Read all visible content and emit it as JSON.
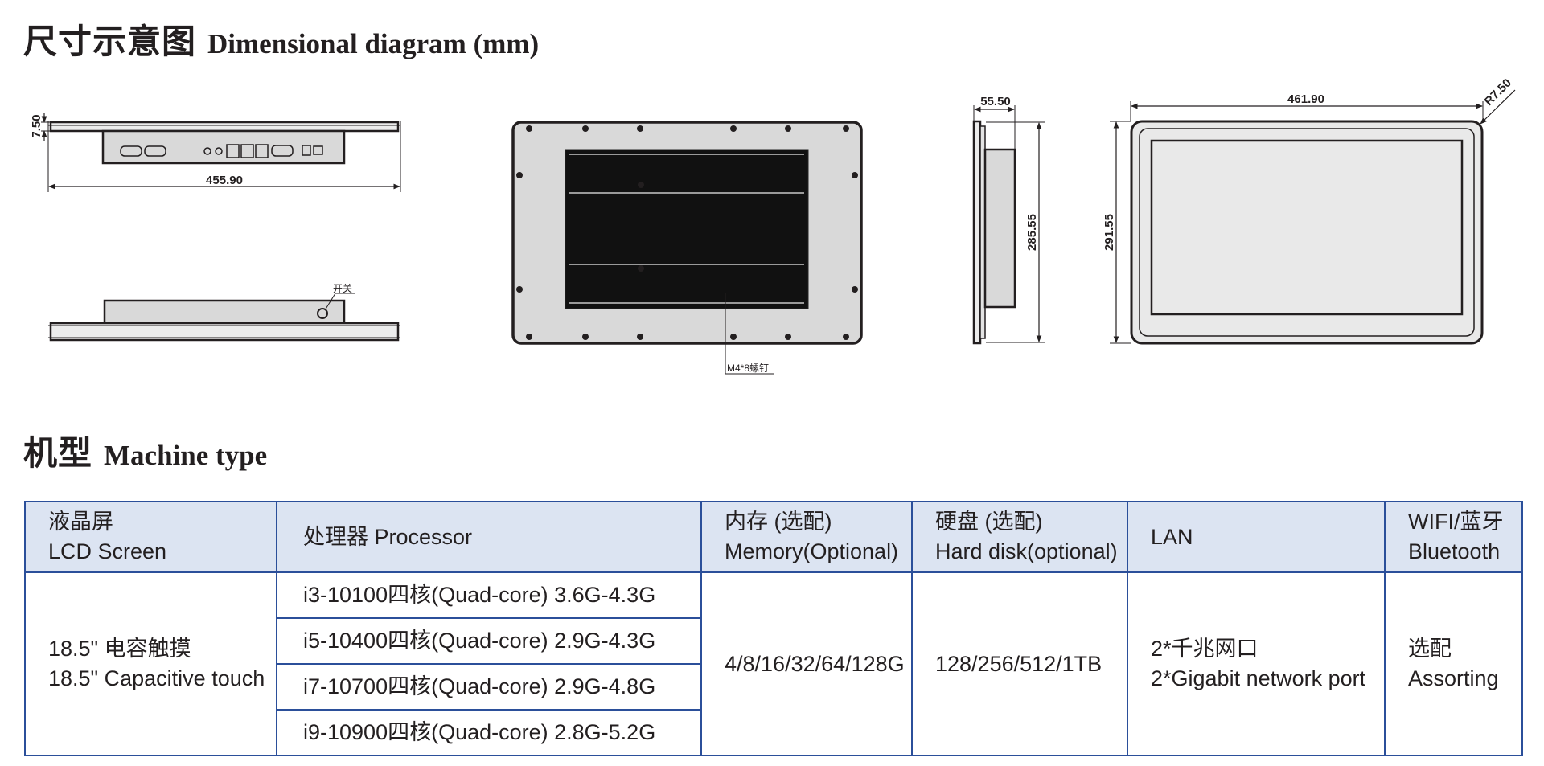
{
  "dimensional": {
    "title_cn": "尺寸示意图",
    "title_en": "Dimensional diagram (mm)",
    "labels": {
      "bezel_thickness": "7.50",
      "bottom_width": "455.90",
      "side_depth": "55.50",
      "side_height": "285.55",
      "front_width": "461.90",
      "front_height": "291.55",
      "corner_radius": "R7.50",
      "power_switch": "开关",
      "screw_note": "M4*8螺钉"
    }
  },
  "machine": {
    "title_cn": "机型",
    "title_en": "Machine type"
  },
  "table": {
    "headers": {
      "lcd": [
        "液晶屏",
        "LCD Screen"
      ],
      "processor": "处理器 Processor",
      "memory": [
        "内存 (选配)",
        "Memory(Optional)"
      ],
      "disk": [
        "硬盘 (选配)",
        "Hard disk(optional)"
      ],
      "lan": "LAN",
      "wifi": [
        "WIFI/蓝牙",
        "Bluetooth"
      ]
    },
    "lcd": [
      "18.5\" 电容触摸",
      "18.5\" Capacitive touch"
    ],
    "processors": [
      "i3-10100四核(Quad-core) 3.6G-4.3G",
      "i5-10400四核(Quad-core) 2.9G-4.3G",
      "i7-10700四核(Quad-core) 2.9G-4.8G",
      "i9-10900四核(Quad-core) 2.8G-5.2G"
    ],
    "memory": "4/8/16/32/64/128G",
    "disk": "128/256/512/1TB",
    "lan": [
      "2*千兆网口",
      "2*Gigabit network port"
    ],
    "wifi": [
      "选配",
      "Assorting"
    ]
  }
}
